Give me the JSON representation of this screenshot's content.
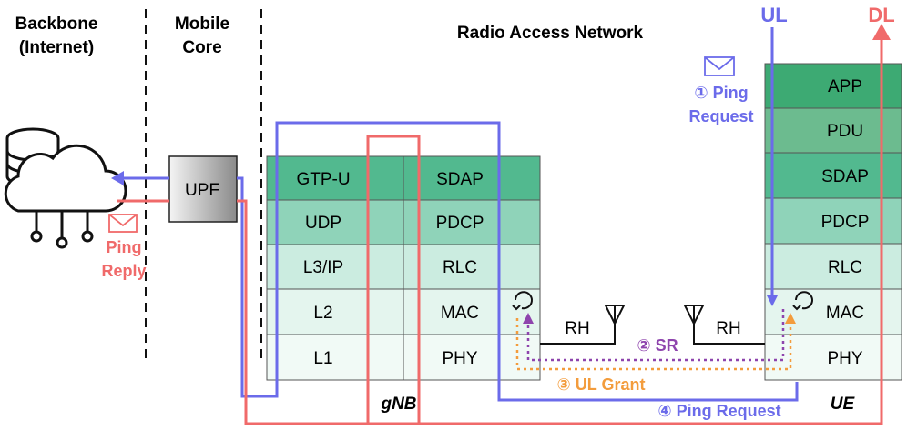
{
  "regions": {
    "backbone": [
      "Backbone",
      "(Internet)"
    ],
    "core": [
      "Mobile",
      "Core"
    ],
    "ran": "Radio Access Network"
  },
  "directions": {
    "ul": "UL",
    "dl": "DL"
  },
  "upf": "UPF",
  "gnb": {
    "name": "gNB",
    "left_stack": [
      "GTP-U",
      "UDP",
      "L3/IP",
      "L2",
      "L1"
    ],
    "right_stack": [
      "SDAP",
      "PDCP",
      "RLC",
      "MAC",
      "PHY"
    ]
  },
  "ue": {
    "name": "UE",
    "stack": [
      "APP",
      "PDU",
      "SDAP",
      "PDCP",
      "RLC",
      "MAC",
      "PHY"
    ]
  },
  "rh_label": "RH",
  "steps": {
    "ping_request_top": [
      "① Ping",
      "Request"
    ],
    "sr": "② SR",
    "ul_grant": "③ UL Grant",
    "ping_request_bottom": "④ Ping Request",
    "ping_reply": [
      "Ping",
      "Reply"
    ]
  },
  "colors": {
    "ul": "#6b6bea",
    "dl": "#f06a6a",
    "sr": "#8e44ad",
    "grant": "#f39c3c",
    "layer_dark": "#52b98f",
    "layer_mid": "#8fd3b9",
    "layer_light": "#cbece0",
    "layer_pale": "#e4f5ee",
    "layer_white": "#f1faf6",
    "app": "#3daa73",
    "pdu": "#6cbb8f"
  }
}
